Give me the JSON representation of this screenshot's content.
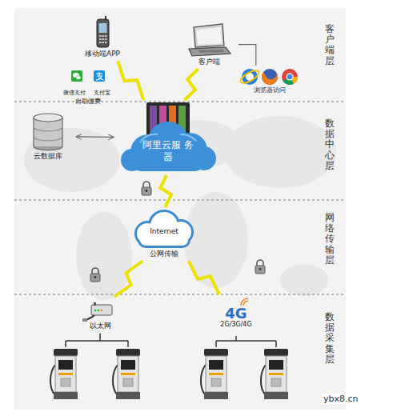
{
  "diagram": {
    "nodes": [
      {
        "text": [
          "移动端APP"
        ]
      },
      {
        "text": [
          "客户端"
        ]
      },
      {
        "text": [
          "浏览器访问"
        ]
      },
      {
        "text": [
          "微信支付",
          "支付宝",
          "自助缴费"
        ]
      },
      {
        "text": [
          "云数据库"
        ]
      },
      {
        "text": [
          "阿里云服 务器"
        ]
      },
      {
        "text": [
          "Internet",
          "公网传输"
        ]
      },
      {
        "text": [
          "以太网"
        ]
      },
      {
        "text": [
          "4G",
          "2G/3G/4G"
        ]
      }
    ],
    "edges": [
      {
        "from": 0,
        "to": 5,
        "arrow": "none"
      },
      {
        "from": 1,
        "to": 5,
        "arrow": "none"
      },
      {
        "from": 1,
        "to": 2,
        "arrow": "none"
      },
      {
        "from": 4,
        "to": 5,
        "arrow": "both"
      },
      {
        "from": 5,
        "to": 6,
        "arrow": "none"
      },
      {
        "from": 6,
        "to": 7,
        "arrow": "none"
      },
      {
        "from": 6,
        "to": 8,
        "arrow": "none"
      }
    ],
    "labels": [
      "客户端层",
      "数据中心层",
      "网络传输层",
      "数据采集层",
      "ybx8.cn"
    ]
  }
}
